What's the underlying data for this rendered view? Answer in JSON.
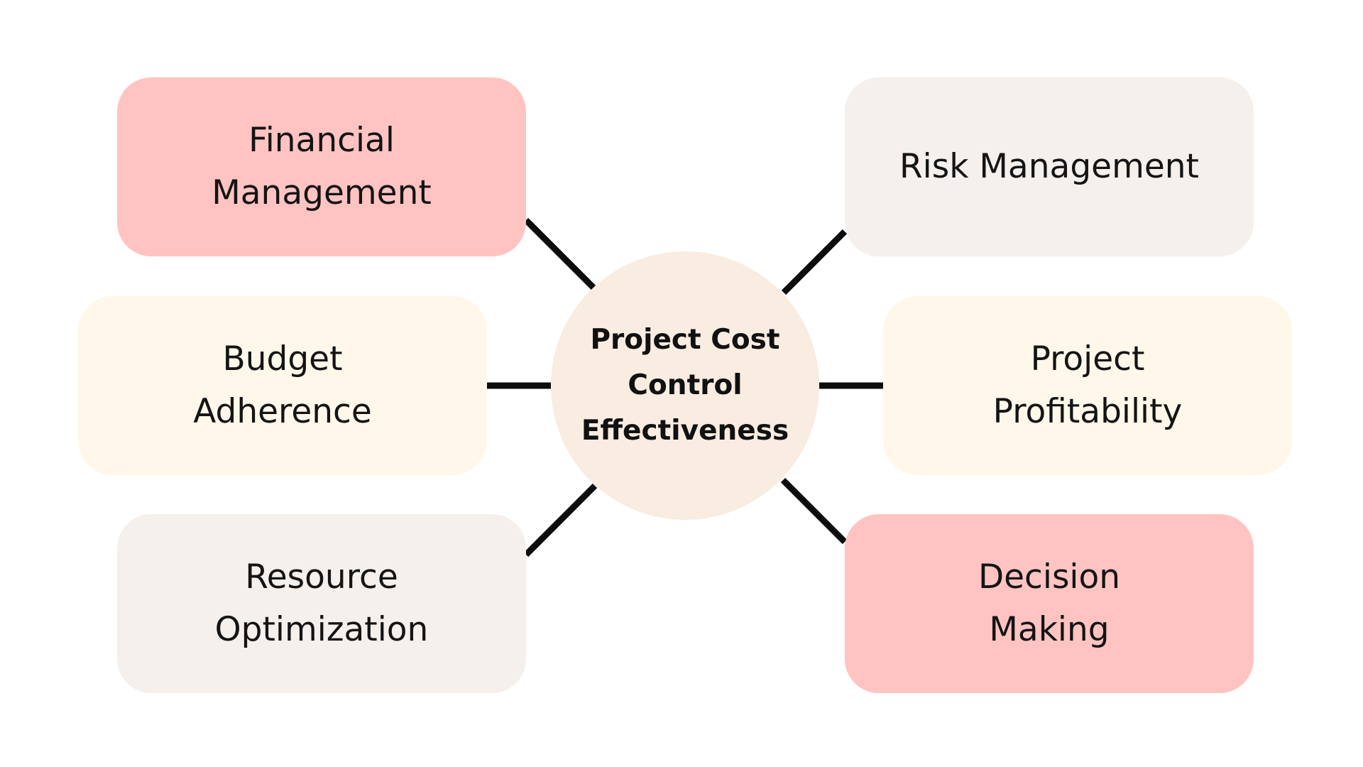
{
  "center": {
    "lines": [
      "Project Cost",
      "Control",
      "Effectiveness"
    ],
    "color": "#F9ECE0"
  },
  "nodes": [
    {
      "id": "financial-management",
      "lines": [
        "Financial",
        "Management"
      ],
      "color": "#FFC4C2"
    },
    {
      "id": "risk-management",
      "lines": [
        "Risk Management"
      ],
      "color": "#F5F0EC"
    },
    {
      "id": "budget-adherence",
      "lines": [
        "Budget",
        "Adherence"
      ],
      "color": "#FFF8EA"
    },
    {
      "id": "project-profitability",
      "lines": [
        "Project",
        "Profitability"
      ],
      "color": "#FFF8EA"
    },
    {
      "id": "resource-optimization",
      "lines": [
        "Resource",
        "Optimization"
      ],
      "color": "#F5F0EC"
    },
    {
      "id": "decision-making",
      "lines": [
        "Decision",
        "Making"
      ],
      "color": "#FFC4C2"
    }
  ],
  "colors": {
    "connector": "#0D0D0D",
    "text": "#141414"
  }
}
